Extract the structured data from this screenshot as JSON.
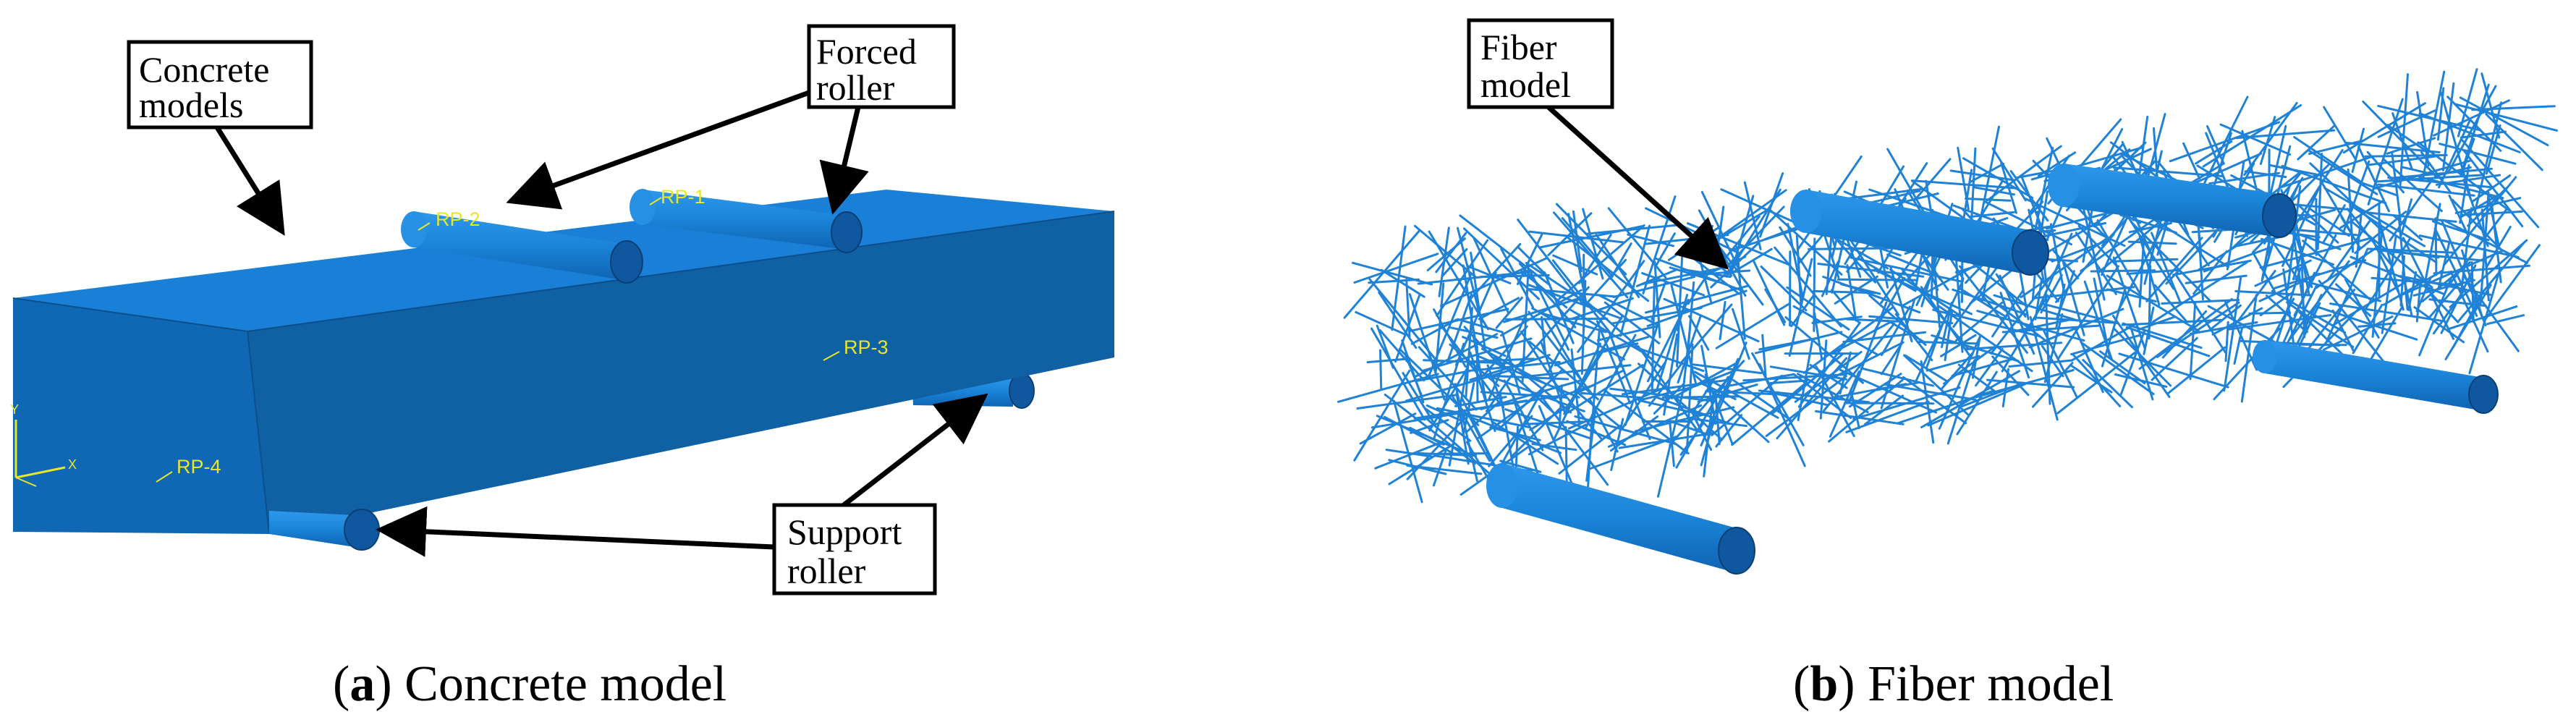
{
  "panel_a": {
    "callouts": {
      "concrete_models": [
        "Concrete",
        "models"
      ],
      "forced_roller": [
        "Forced",
        "roller"
      ],
      "support_roller": [
        "Support",
        "roller"
      ]
    },
    "reference_points": [
      "RP-2",
      "RP-1",
      "RP-3",
      "RP-4"
    ],
    "axis_labels": [
      "Y",
      "X"
    ],
    "caption_letter": "a",
    "caption_text": "Concrete model"
  },
  "panel_b": {
    "callouts": {
      "fiber_model": [
        "Fiber",
        "model"
      ]
    },
    "caption_letter": "b",
    "caption_text": "Fiber model"
  },
  "colors": {
    "beam_front": "#1060a4",
    "beam_top": "#1a7fd6",
    "beam_end": "#1d8ae5",
    "roller_body": "#1a84d8",
    "roller_end": "#0f58a0",
    "fiber": "#1f82d6",
    "rp_label": "#e6e62a"
  }
}
